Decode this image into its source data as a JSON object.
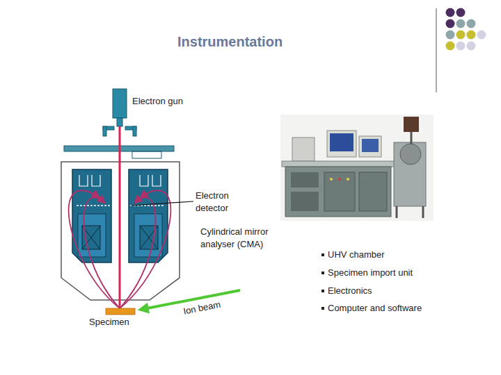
{
  "diagram": {
    "title": "Instrumentation",
    "labels": [
      "Electron gun",
      "Electron detector",
      "Cylindrical mirror analyser (CMA)",
      "Ion beam",
      "Specimen",
      "UHV chamber",
      "Specimen import unit",
      "Electronics",
      "Computer and software"
    ]
  }
}
